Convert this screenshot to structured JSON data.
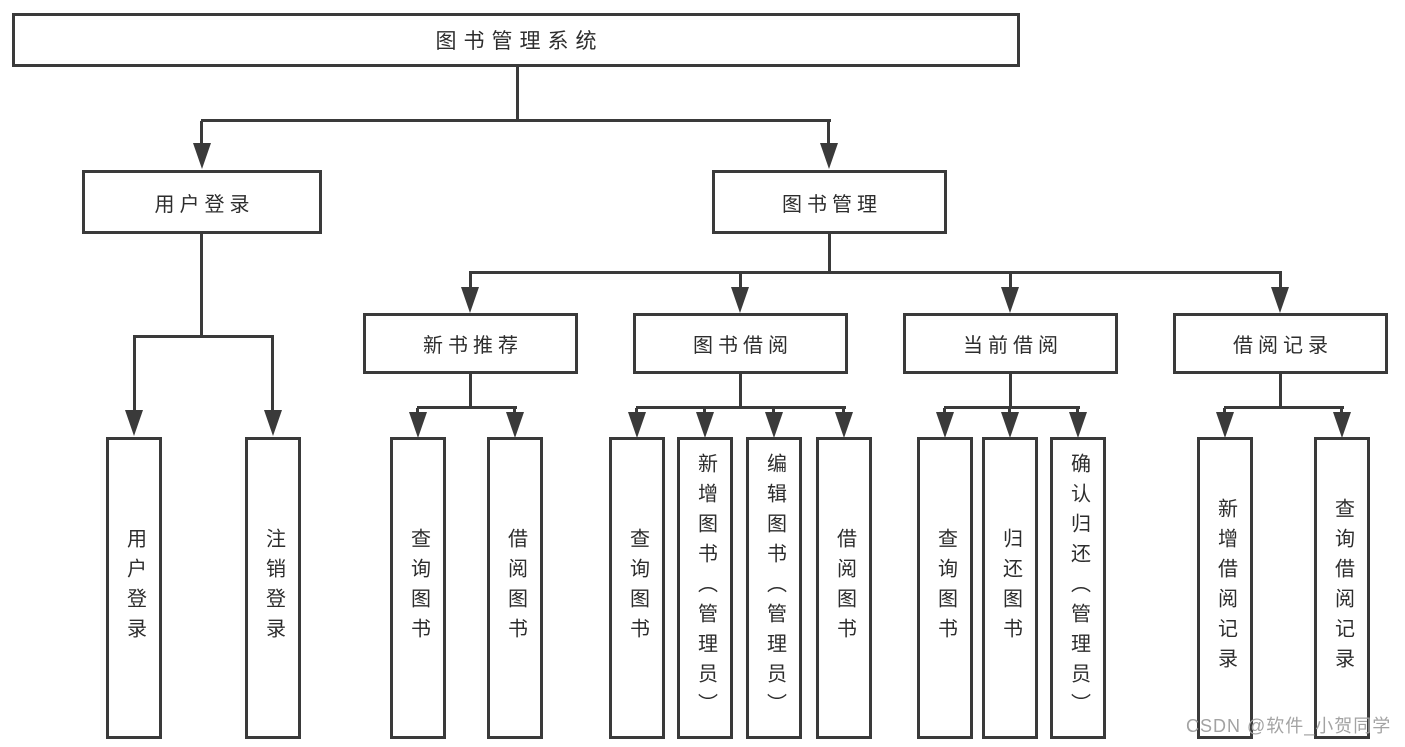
{
  "tree": {
    "label": "图书管理系统",
    "children": [
      {
        "label": "用户登录",
        "children": [
          {
            "label": "用户登录"
          },
          {
            "label": "注销登录"
          }
        ]
      },
      {
        "label": "图书管理",
        "children": [
          {
            "label": "新书推荐",
            "children": [
              {
                "label": "查询图书"
              },
              {
                "label": "借阅图书"
              }
            ]
          },
          {
            "label": "图书借阅",
            "children": [
              {
                "label": "查询图书"
              },
              {
                "label": "新增图书（管理员）"
              },
              {
                "label": "编辑图书（管理员）"
              },
              {
                "label": "借阅图书"
              }
            ]
          },
          {
            "label": "当前借阅",
            "children": [
              {
                "label": "查询图书"
              },
              {
                "label": "归还图书"
              },
              {
                "label": "确认归还（管理员）"
              }
            ]
          },
          {
            "label": "借阅记录",
            "children": [
              {
                "label": "新增借阅记录"
              },
              {
                "label": "查询借阅记录"
              }
            ]
          }
        ]
      }
    ]
  },
  "watermark": {
    "text": "CSDN @软件_小贺同学"
  },
  "colors": {
    "line": "#3a3a3a",
    "text": "#2d2d2d",
    "box_fill": "#ffffff",
    "page_bg": "#ffffff",
    "watermark": "#a3a3a3"
  }
}
